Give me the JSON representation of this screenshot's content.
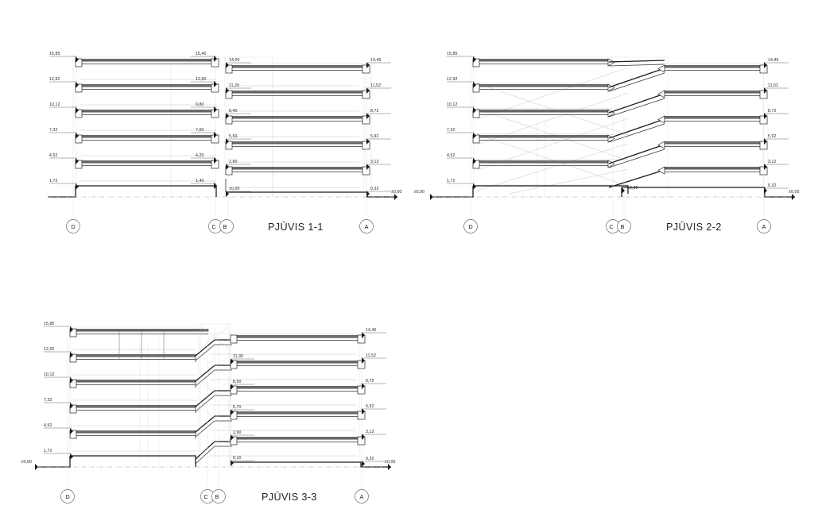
{
  "sheet": {
    "background": "#ffffff",
    "ink": "#1a1a1a"
  },
  "drawings": [
    {
      "id": "pjuvis-1-1",
      "title": "PJŪVIS 1-1",
      "grid_labels": [
        "D",
        "C",
        "B",
        "A"
      ],
      "levels_left": [
        "15,85",
        "12,92",
        "10,12",
        "7,32",
        "4,52",
        "1,72"
      ],
      "levels_mid_left": [
        "15,40",
        "12,60",
        "9,80",
        "7,00",
        "4,20",
        "1,40"
      ],
      "levels_mid_right": [
        "14,00",
        "11,20",
        "8,40",
        "5,60",
        "2,80",
        "±0,00"
      ],
      "levels_right": [
        "14,45",
        "11,52",
        "8,72",
        "5,92",
        "3,12",
        "0,32"
      ],
      "datum_right": "±0,00",
      "datum_left": ""
    },
    {
      "id": "pjuvis-2-2",
      "title": "PJŪVIS 2-2",
      "grid_labels": [
        "D",
        "C",
        "B",
        "A"
      ],
      "levels_left": [
        "15,85",
        "12,92",
        "10,12",
        "7,32",
        "4,52",
        "1,72"
      ],
      "levels_mid_left": [],
      "levels_mid_right": [
        "±0,00"
      ],
      "levels_right": [
        "14,45",
        "11,52",
        "8,72",
        "5,92",
        "3,12",
        "0,32"
      ],
      "datum_right": "±0,00",
      "datum_left": "±0,00"
    },
    {
      "id": "pjuvis-3-3",
      "title": "PJŪVIS 3-3",
      "grid_labels": [
        "D",
        "C",
        "B",
        "A"
      ],
      "levels_left": [
        "15,85",
        "12,92",
        "10,12",
        "7,32",
        "4,52",
        "1,72"
      ],
      "levels_mid_left": [],
      "levels_mid_right": [
        "11,30",
        "8,50",
        "5,70",
        "2,90",
        "0,10"
      ],
      "levels_right": [
        "14,45",
        "11,52",
        "8,72",
        "5,92",
        "3,12",
        "0,32"
      ],
      "datum_right": "±0,00",
      "datum_left": "±0,00"
    }
  ]
}
